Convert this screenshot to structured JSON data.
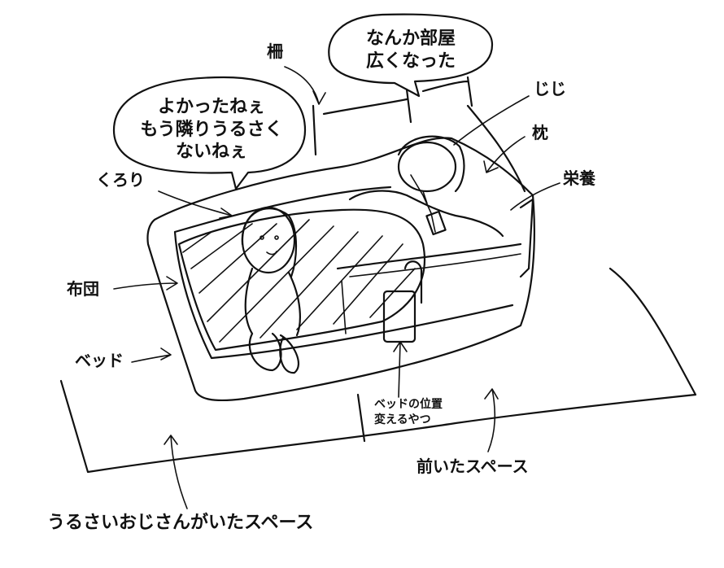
{
  "bubbles": {
    "left": {
      "lines": [
        "よかったねぇ",
        "もう隣りうるさく",
        "ないねぇ"
      ]
    },
    "right": {
      "lines": [
        "なんか部屋",
        "広くなった"
      ]
    }
  },
  "labels": {
    "fence": "柵",
    "jiji": "じじ",
    "pillow": "枕",
    "nutrition": "栄養",
    "kurori": "くろり",
    "futon": "布団",
    "bed": "ベッド",
    "bed_mover": [
      "ベッドの位置",
      "変えるやつ"
    ],
    "former_space": "前いたスペース",
    "noisy_space": "うるさいおじさんがいたスペース"
  }
}
